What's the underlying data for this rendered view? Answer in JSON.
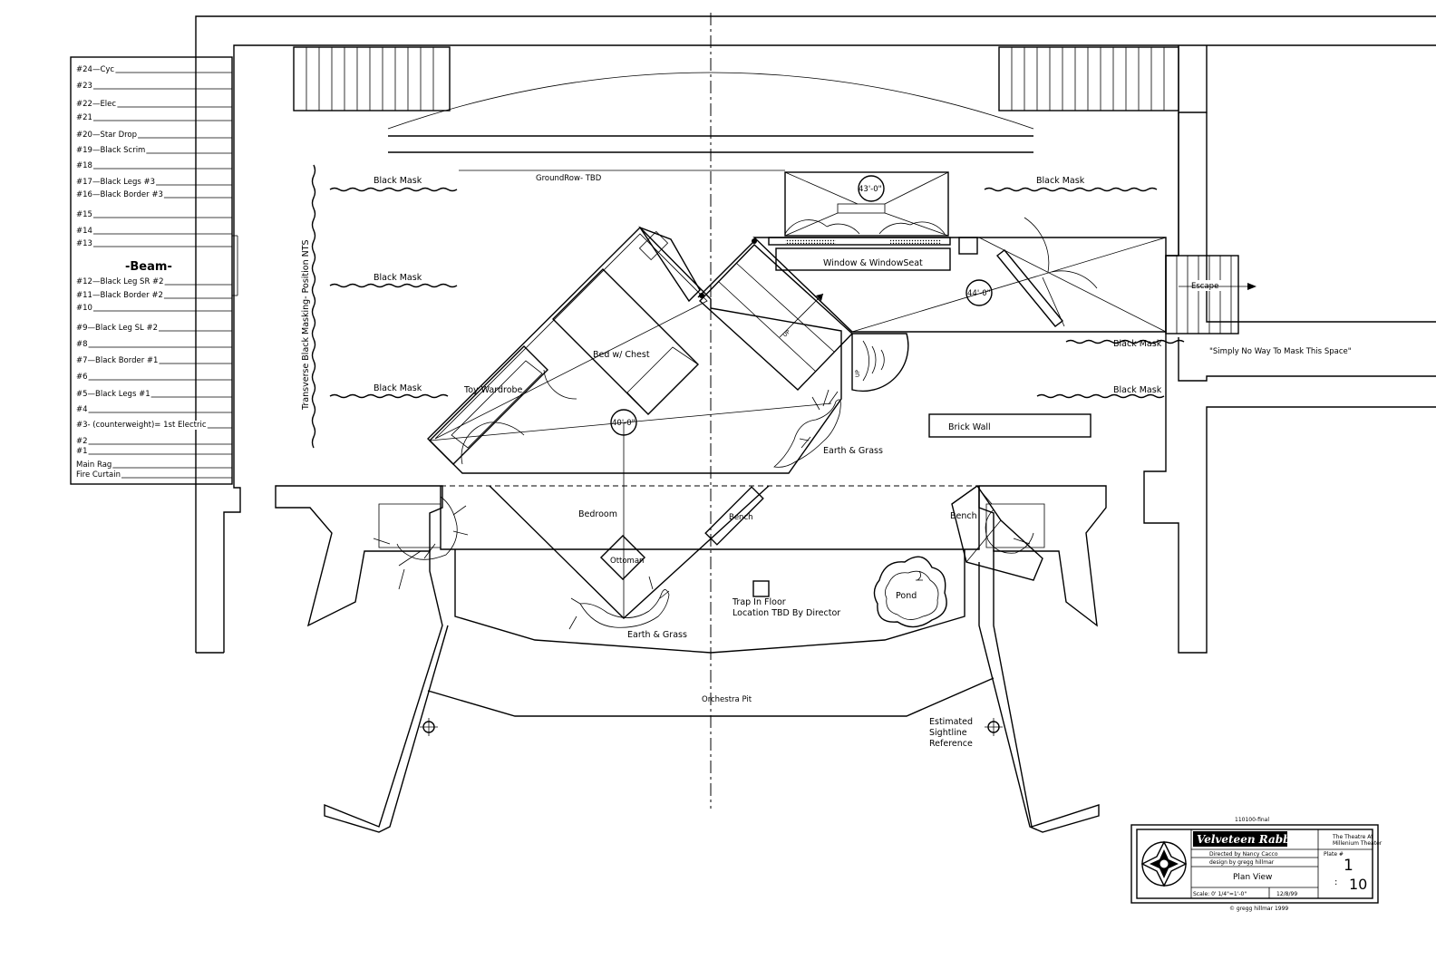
{
  "line_set": {
    "items": [
      "#24—Cyc",
      "#23",
      "#22—Elec",
      "#21",
      "#20—Star Drop",
      "#19—Black Scrim",
      "#18",
      "#17—Black Legs #3",
      "#16—Black Border #3",
      "#15",
      "#14",
      "#13",
      "#12—Black Leg SR #2",
      "#11—Black Border #2",
      "#10",
      "#9—Black Leg SL #2",
      "#8",
      "#7—Black Border #1",
      "#6",
      "#5—Black Legs #1",
      "#4",
      "#3- (counterweight)= 1st Electric",
      "#2",
      "#1",
      "Main Rag",
      "Fire Curtain"
    ],
    "beam": "-Beam-"
  },
  "labels": {
    "transverse_masking": "Transverse Black Masking- Position NTS",
    "black_mask": "Black Mask",
    "groundrow": "GroundRow- TBD",
    "bed": "Bed w/ Chest",
    "toy_wardrobe": "Toy Wardrobe",
    "dim_40": "40'-0\"",
    "dim_43": "43'-0\"",
    "dim_44": "44'-0\"",
    "window": "Window & WindowSeat",
    "escape": "Escape",
    "simply": "\"Simply No Way To Mask This Space\"",
    "brick_wall": "Brick Wall",
    "earth_grass": "Earth & Grass",
    "bedroom": "Bedroom",
    "bench": "Bench",
    "ottoman": "Ottoman",
    "trap_line1": "Trap In Floor",
    "trap_line2": "Location TBD By Director",
    "pond": "Pond",
    "orchestra_pit": "Orchestra Pit",
    "sightline_1": "Estimated",
    "sightline_2": "Sightline",
    "sightline_3": "Reference",
    "up": "UP"
  },
  "title_block": {
    "top_note": "110100-final",
    "show_title": "Velveteen Rabbit",
    "theatre_1": "The Theatre At",
    "theatre_2": "Millenium Theater",
    "directed_by": "Directed by Nancy Cacco",
    "design_by": "design by gregg hillmar",
    "plate_label": "Plate #",
    "plate_number": "1",
    "plate_of": "10",
    "view": "Plan View",
    "scale": "Scale: 0' 1/4\"=1'-0\"",
    "date": "12/8/99",
    "copyright": "© gregg hillmar 1999"
  }
}
